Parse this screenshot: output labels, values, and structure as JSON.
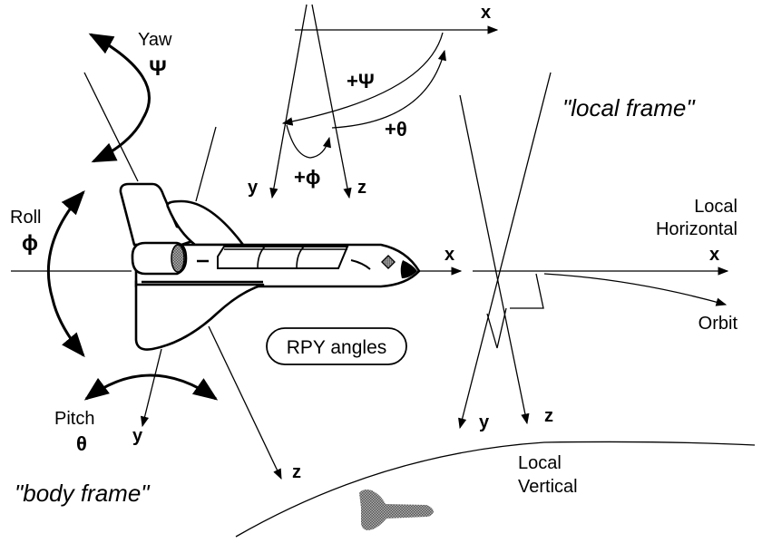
{
  "title": "RPY angles",
  "body_frame": {
    "label": "\"body frame\"",
    "axis_x": "x",
    "axis_y": "y",
    "axis_z": "z",
    "yaw": {
      "label": "Yaw",
      "symbol": "Ψ"
    },
    "roll": {
      "label": "Roll",
      "symbol": "ϕ"
    },
    "pitch": {
      "label": "Pitch",
      "symbol": "θ"
    }
  },
  "rotation_inset": {
    "axis_x": "x",
    "axis_y": "y",
    "axis_z": "z",
    "plus_psi": "+Ψ",
    "plus_theta": "+θ",
    "plus_phi": "+ϕ"
  },
  "local_frame": {
    "label": "\"local frame\"",
    "horizontal_line1": "Local",
    "horizontal_line2": "Horizontal",
    "axis_x": "x",
    "axis_y": "y",
    "axis_z": "z",
    "orbit": "Orbit",
    "vertical_line1": "Local",
    "vertical_line2": "Vertical"
  },
  "colors": {
    "ink": "#000000",
    "background": "#ffffff",
    "shadow": "#7a7a7a"
  }
}
